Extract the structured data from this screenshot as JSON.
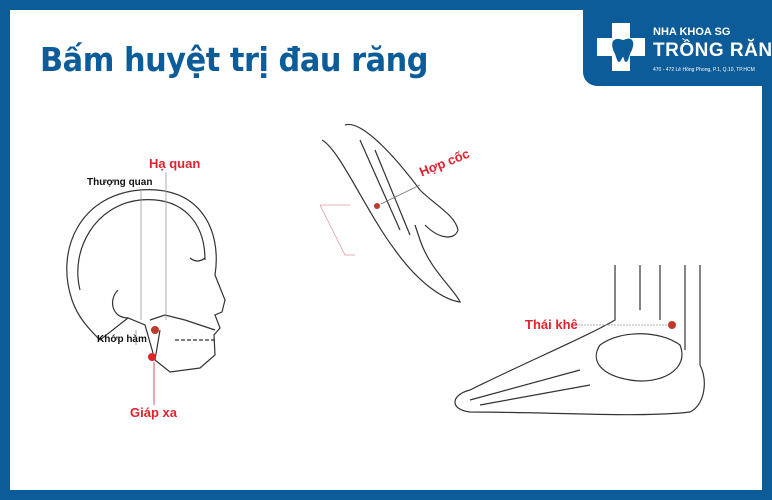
{
  "title": "Bấm huyệt trị đau răng",
  "logo": {
    "line1": "NHA KHOA SG",
    "line2": "TRỒNG RĂNG",
    "address": "470 - 472 Lê Hồng Phong, P.1, Q.10, TP.HCM",
    "icon": "tooth-cross-icon"
  },
  "colors": {
    "brand": "#0b5c98",
    "acupoint": "#e0232d"
  },
  "head": {
    "ha_quan": "Hạ quan",
    "thuong_quan": "Thượng quan",
    "khop_ham": "Khớp hàm",
    "giap_xa": "Giáp xa"
  },
  "hand": {
    "hop_coc": "Hợp cốc"
  },
  "foot": {
    "thai_khe": "Thái khê"
  }
}
